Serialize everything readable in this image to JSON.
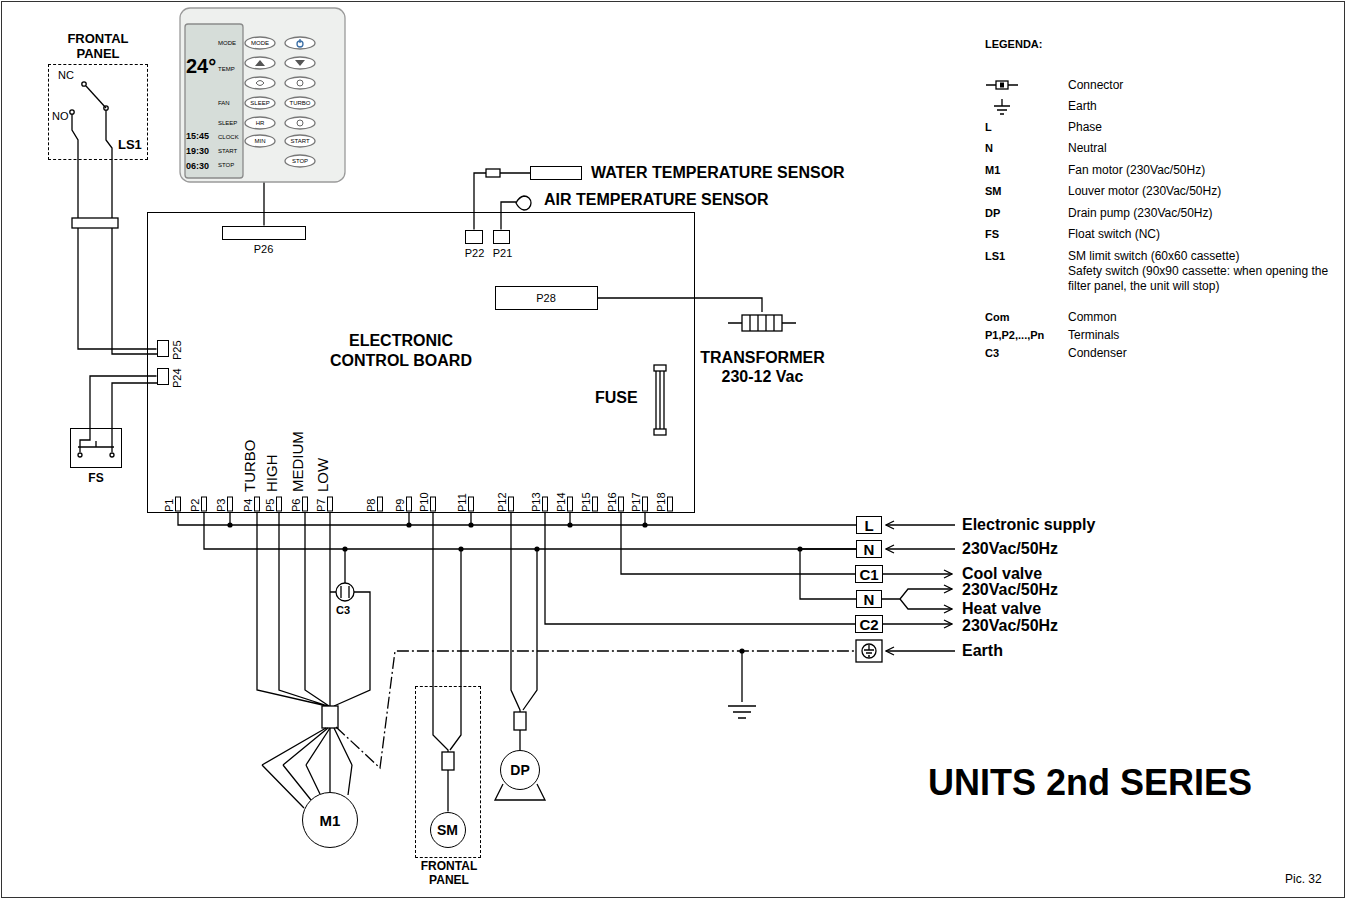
{
  "diagram": {
    "title": "UNITS 2nd SERIES",
    "caption": "Pic. 32",
    "nodes": [
      {
        "text": [
          "FRONTAL PANEL"
        ]
      },
      {
        "text": [
          "MODE",
          "24°",
          "TEMP",
          "FAN",
          "SLEEP",
          "15:45",
          "CLOCK",
          "19:30",
          "START",
          "06:30",
          "STOP",
          "MODE",
          "SLEEP",
          "TURBO",
          "HR",
          "MIN",
          "START",
          "STOP"
        ]
      },
      {
        "text": [
          "WATER TEMPERATURE SENSOR"
        ]
      },
      {
        "text": [
          "AIR TEMPERATURE SENSOR"
        ]
      },
      {
        "text": [
          "ELECTRONIC CONTROL BOARD"
        ]
      },
      {
        "text": [
          "P26"
        ],
        "in": 4
      },
      {
        "text": [
          "P22"
        ],
        "in": 4
      },
      {
        "text": [
          "P21"
        ],
        "in": 4
      },
      {
        "text": [
          "P28"
        ],
        "in": 4
      },
      {
        "text": [
          "P25"
        ],
        "in": 4
      },
      {
        "text": [
          "P24"
        ],
        "in": 4
      },
      {
        "text": [
          "TRANSFORMER 230-12 Vac"
        ]
      },
      {
        "text": [
          "FS"
        ]
      },
      {
        "text": [
          "L"
        ]
      },
      {
        "text": [
          "N"
        ]
      },
      {
        "text": [
          "C1"
        ]
      },
      {
        "text": [
          "N"
        ]
      },
      {
        "text": [
          "C2"
        ]
      },
      {
        "text": [
          "M1"
        ]
      },
      {
        "text": [
          "FRONTAL PANEL"
        ]
      },
      {
        "text": [
          "SM"
        ],
        "in": 19
      },
      {
        "text": [
          "DP"
        ]
      }
    ],
    "edges": [
      {
        "from": 4,
        "to": 13,
        "arrow": "none"
      },
      {
        "from": 4,
        "to": 14,
        "arrow": "none"
      },
      {
        "from": 4,
        "to": 15,
        "arrow": "none"
      },
      {
        "from": 4,
        "to": 17,
        "arrow": "none"
      },
      {
        "from": 14,
        "to": 16,
        "arrow": "none"
      },
      {
        "from": 4,
        "to": 18,
        "arrow": "none"
      },
      {
        "from": 4,
        "to": 20,
        "arrow": "none"
      },
      {
        "from": 4,
        "to": 21,
        "arrow": "none"
      },
      {
        "from": 5,
        "to": 1,
        "arrow": "none"
      },
      {
        "from": 6,
        "to": 2,
        "arrow": "none"
      },
      {
        "from": 7,
        "to": 3,
        "arrow": "none"
      },
      {
        "from": 8,
        "to": 11,
        "arrow": "none"
      },
      {
        "from": 9,
        "to": 0,
        "arrow": "none"
      },
      {
        "from": 10,
        "to": 12,
        "arrow": "none"
      }
    ],
    "labels": [
      "NC",
      "NO",
      "LS1",
      "FUSE",
      "P1",
      "P2",
      "P3",
      "P4",
      "P5",
      "P6",
      "P7",
      "P8",
      "P9",
      "P10",
      "P11",
      "P12",
      "P13",
      "P14",
      "P15",
      "P16",
      "P17",
      "P18",
      "TURBO",
      "HIGH",
      "MEDIUM",
      "LOW",
      "C3",
      "Electronic supply",
      "230Vac/50Hz",
      "Cool valve",
      "230Vac/50Hz",
      "Heat valve",
      "230Vac/50Hz",
      "Earth",
      "LEGENDA:",
      "L",
      "N",
      "M1",
      "SM",
      "DP",
      "FS",
      "LS1",
      "Com",
      "P1,P2,...,Pn",
      "C3"
    ],
    "legend": [
      {
        "text": "Connector"
      },
      {
        "text": "Earth"
      },
      {
        "text": "Phase"
      },
      {
        "text": "Neutral"
      },
      {
        "text": "Fan motor (230Vac/50Hz)"
      },
      {
        "text": "Louver motor (230Vac/50Hz)"
      },
      {
        "text": "Drain pump (230Vac/50Hz)"
      },
      {
        "text": "Float switch (NC)"
      },
      {
        "text": "SM limit switch (60x60 cassette)"
      },
      {
        "text": "Safety switch (90x90 cassette: when opening the filter panel, the unit will stop)"
      },
      {
        "text": "Common"
      },
      {
        "text": "Terminals"
      },
      {
        "text": "Condenser"
      }
    ]
  }
}
